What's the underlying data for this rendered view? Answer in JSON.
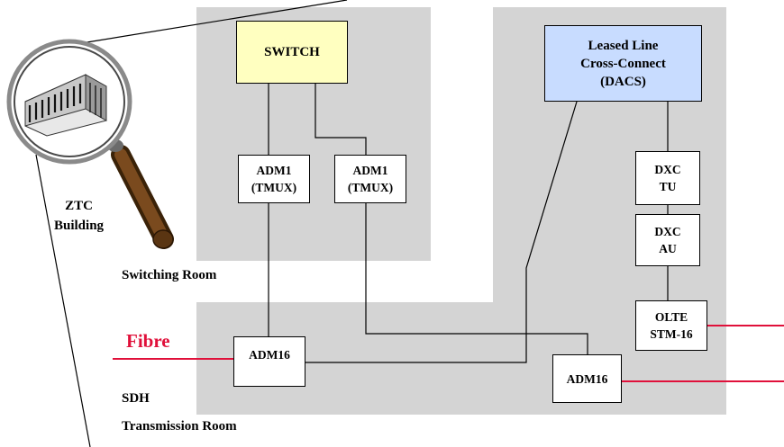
{
  "colors": {
    "room_fill": "#d4d4d4",
    "switch_fill": "#ffffc0",
    "dacs_fill": "#c8dcff",
    "fibre": "#e0103a"
  },
  "nodes": {
    "switch": "SWITCH",
    "dacs": "Leased Line\nCross-Connect\n(DACS)",
    "adm1_a": "ADM1\n(TMUX)",
    "adm1_b": "ADM1\n(TMUX)",
    "dxc_tu": "DXC\nTU",
    "dxc_au": "DXC\nAU",
    "olte": "OLTE\nSTM-16",
    "adm16_a": "ADM16",
    "adm16_b": "ADM16"
  },
  "labels": {
    "building": "ZTC\nBuilding",
    "switching_room": "Switching Room",
    "sdh": "SDH",
    "transmission_room": "Transmission Room",
    "fibre": "Fibre"
  },
  "icons": {
    "magnifier": "magnifying-glass-icon",
    "building": "building-icon"
  }
}
